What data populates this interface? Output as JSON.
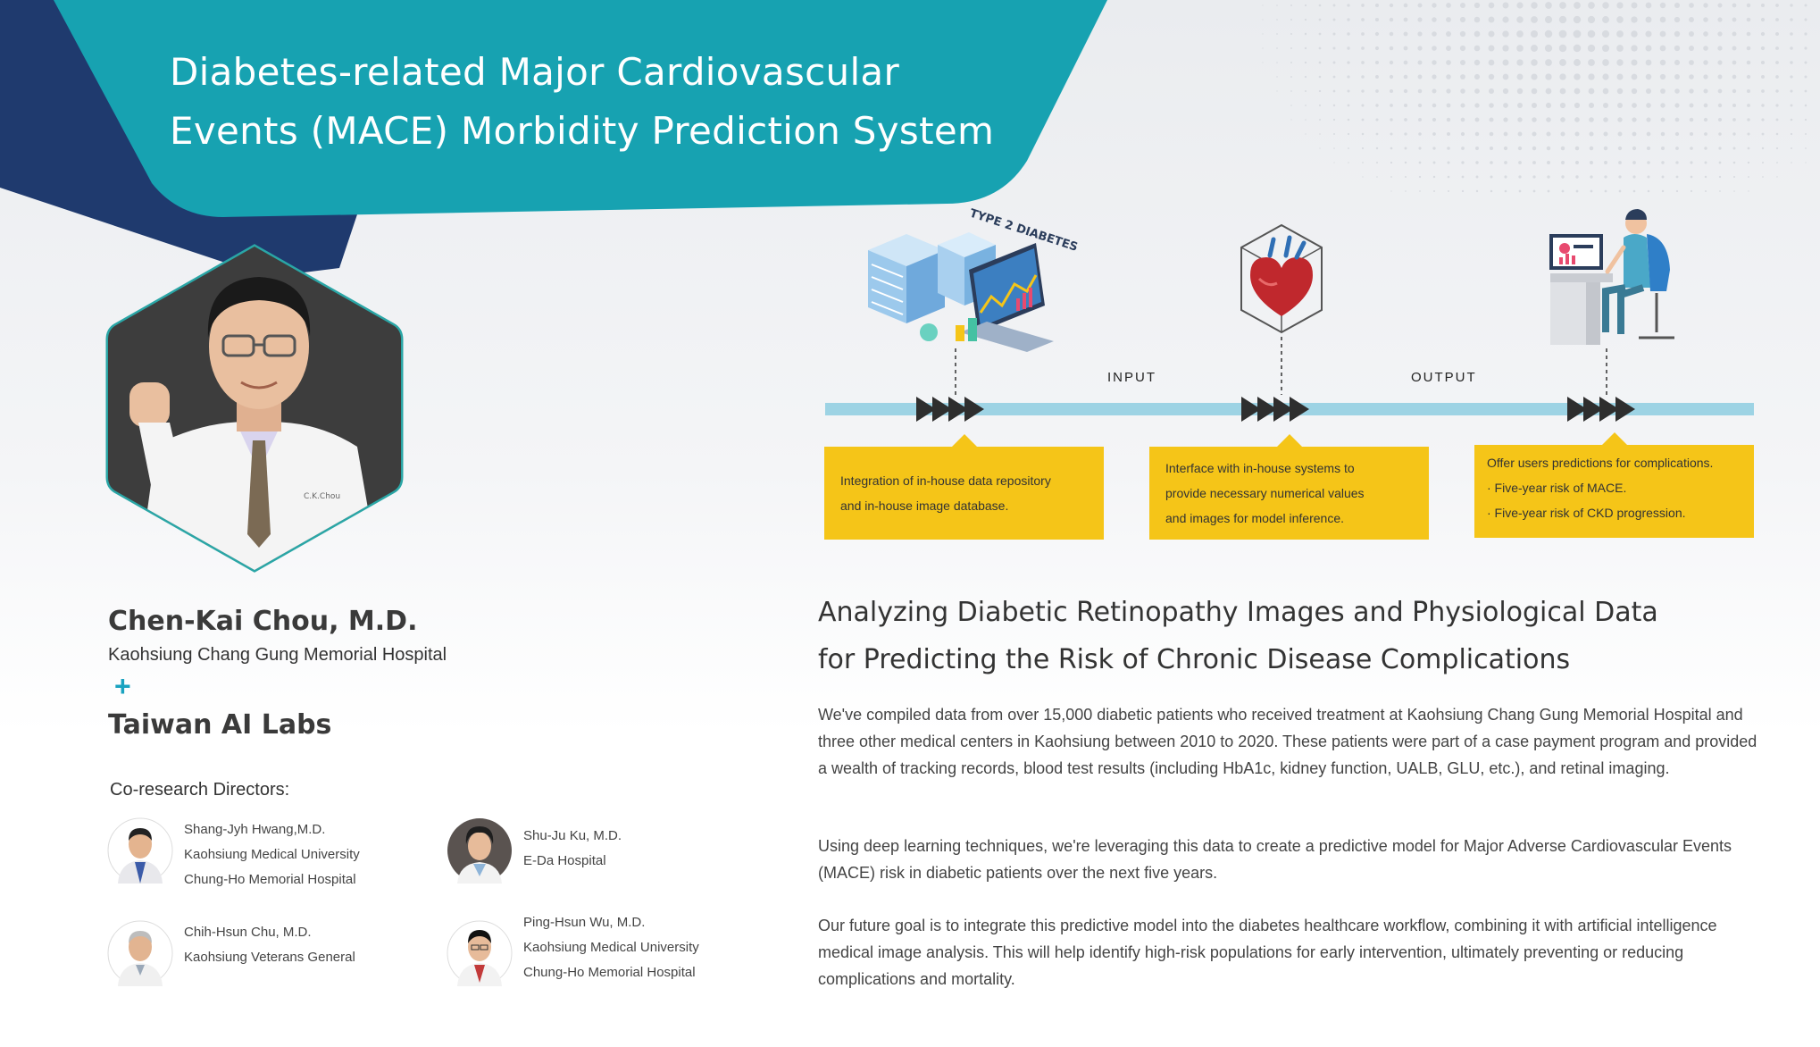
{
  "header": {
    "title_line1": "Diabetes-related Major Cardiovascular",
    "title_line2": "Events (MACE) Morbidity Prediction System",
    "colors": {
      "teal": "#1aa3b0",
      "navy": "#1f3a6e"
    }
  },
  "pi": {
    "name": "Chen-Kai Chou, M.D.",
    "hospital": "Kaohsiung Chang Gung Memorial Hospital",
    "plus": "+",
    "lab": "Taiwan AI Labs",
    "coat_name": "C.K.Chou"
  },
  "co_research": {
    "label": "Co-research Directors:",
    "directors": [
      {
        "lines": [
          "Shang-Jyh Hwang,M.D.",
          "Kaohsiung Medical University",
          "Chung-Ho Memorial Hospital"
        ]
      },
      {
        "lines": [
          "Shu-Ju Ku, M.D.",
          "E-Da Hospital"
        ]
      },
      {
        "lines": [
          "Chih-Hsun Chu, M.D.",
          "Kaohsiung Veterans General"
        ]
      },
      {
        "lines": [
          "Ping-Hsun Wu, M.D.",
          "Kaohsiung Medical University",
          "Chung-Ho Memorial Hospital"
        ]
      }
    ]
  },
  "workflow": {
    "icon_label": "TYPE 2 DIABETES",
    "input_label": "INPUT",
    "output_label": "OUTPUT",
    "steps": [
      {
        "lines": [
          "Integration of in-house data repository",
          "and in-house image database."
        ]
      },
      {
        "lines": [
          "Interface with in-house systems to",
          "provide necessary numerical values",
          "and images for model inference."
        ]
      },
      {
        "lines": [
          "Offer users predictions for complications.",
          "·  Five-year risk of MACE.",
          "·  Five-year risk of CKD progression."
        ]
      }
    ]
  },
  "article": {
    "title_line1": "Analyzing Diabetic Retinopathy Images and Physiological Data",
    "title_line2": "for Predicting the Risk of Chronic Disease Complications",
    "paragraphs": [
      "We've compiled data from over 15,000 diabetic patients who received treatment at Kaohsiung Chang Gung Memorial Hospital and three other medical centers in Kaohsiung between 2010 to 2020. These patients were part of a case payment program and provided a wealth of tracking records, blood test results (including HbA1c, kidney function, UALB, GLU, etc.), and retinal imaging.",
      "Using deep learning techniques, we're leveraging this data to create a predictive model for Major Adverse Cardiovascular Events (MACE) risk in diabetic patients over the next five years.",
      "Our future goal is to integrate this predictive model into the diabetes healthcare workflow, combining it with artificial intelligence medical image analysis. This will help identify high-risk populations for early intervention, ultimately preventing or reducing complications and mortality."
    ]
  }
}
